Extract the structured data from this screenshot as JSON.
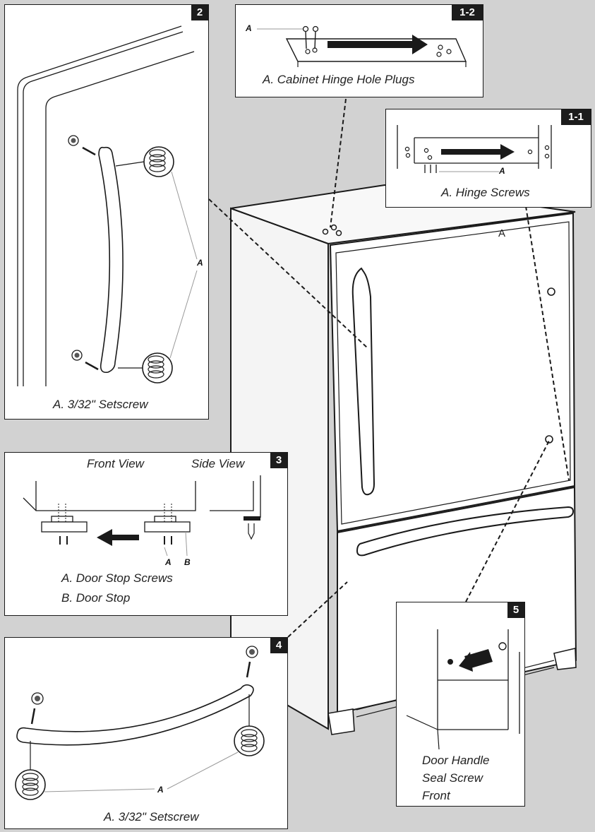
{
  "callouts": {
    "p12": {
      "badge": "1-2",
      "label": "A",
      "caption": "A. Cabinet Hinge Hole Plugs"
    },
    "p11": {
      "badge": "1-1",
      "label": "A",
      "caption": "A. Hinge Screws"
    },
    "p2": {
      "badge": "2",
      "label": "A",
      "caption": "A. 3/32\" Setscrew"
    },
    "p3": {
      "badge": "3",
      "front_view": "Front View",
      "side_view": "Side View",
      "label_a": "A",
      "label_b": "B",
      "caption_a": "A. Door Stop Screws",
      "caption_b": "B. Door Stop"
    },
    "p4": {
      "badge": "4",
      "label": "A",
      "caption": "A. 3/32\" Setscrew"
    },
    "p5": {
      "badge": "5",
      "caption_lines": [
        "Door Handle",
        "Seal Screw",
        "Front"
      ]
    }
  },
  "fridge_label": "A",
  "colors": {
    "background": "#d2d2d2",
    "panel": "#ffffff",
    "line": "#1a1a1a",
    "badge": "#1c1c1c"
  }
}
